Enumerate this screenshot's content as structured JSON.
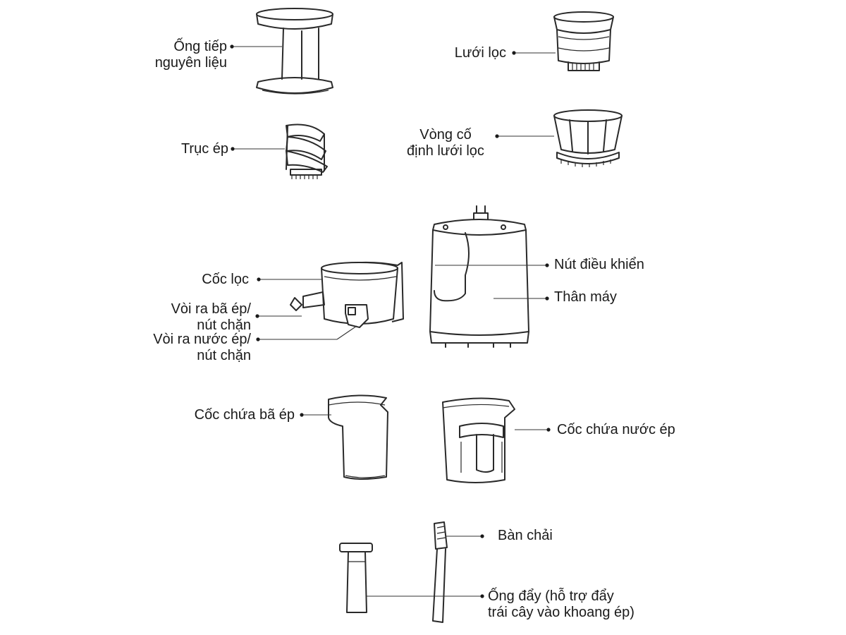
{
  "parts": {
    "feed_tube": [
      "Ống tiếp",
      "nguyên liệu"
    ],
    "screw": "Trục ép",
    "filter_screen": "Lưới lọc",
    "screen_holder": [
      "Vòng cố",
      "định lưới lọc"
    ],
    "filter_cup": "Cốc lọc",
    "pulp_spout": [
      "Vòi ra bã ép/",
      "nút chặn"
    ],
    "juice_spout": [
      "Vòi ra nước ép/",
      "nút chặn"
    ],
    "control_knob": "Nút điều khiển",
    "body": "Thân máy",
    "pulp_cup": "Cốc chứa bã ép",
    "juice_cup": "Cốc chứa nước ép",
    "brush": "Bàn chải",
    "pusher": [
      "Ống đẩy (hỗ trợ đẩy",
      "trái cây vào khoang ép)"
    ]
  },
  "colors": {
    "line": "#2a2a2a",
    "text": "#1a1a1a",
    "background": "#ffffff"
  }
}
